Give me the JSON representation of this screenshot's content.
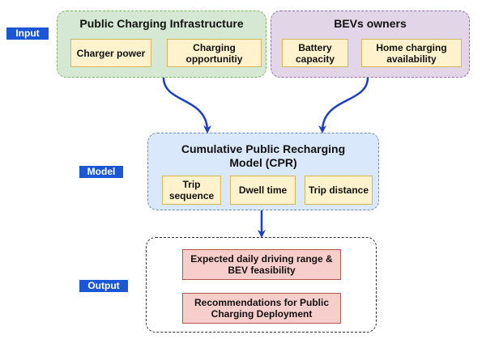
{
  "labels": {
    "input": "Input",
    "model": "Model",
    "output": "Output"
  },
  "input_left": {
    "title": "Public Charging Infrastructure",
    "items": [
      "Charger power",
      "Charging opportunitiy"
    ]
  },
  "input_right": {
    "title": "BEVs owners",
    "items": [
      "Battery capacity",
      "Home charging availability"
    ]
  },
  "model": {
    "title": "Cumulative Public Recharging Model (CPR)",
    "items": [
      "Trip sequence",
      "Dwell time",
      "Trip distance"
    ]
  },
  "output": {
    "items": [
      "Expected daily driving range & BEV feasibility",
      "Recommendations for Public Charging Deployment"
    ]
  },
  "colors": {
    "label_bg": "#1a56d6",
    "arrow": "#1a3fbf",
    "input_left_fill": "#d5e8d4",
    "input_left_border": "#82b366",
    "input_right_fill": "#e1d5e7",
    "input_right_border": "#9673a6",
    "model_fill": "#dae8fc",
    "model_border": "#6c8ebf",
    "output_border": "#333333"
  }
}
